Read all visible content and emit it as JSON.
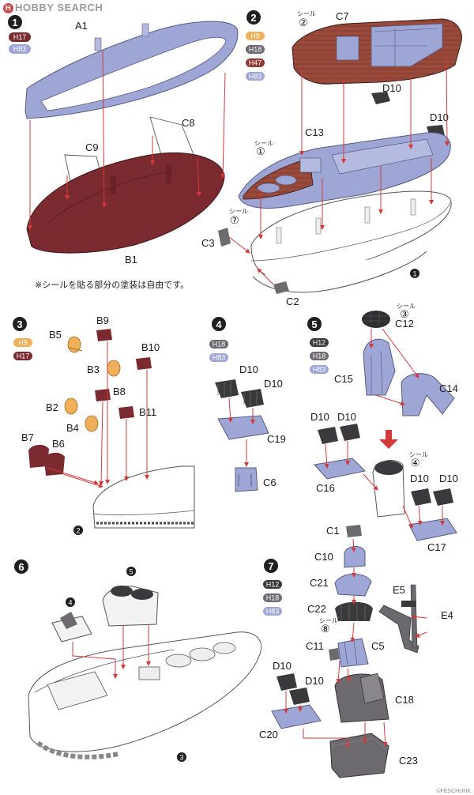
{
  "watermark": {
    "text": "HOBBY SEARCH",
    "badge": "H"
  },
  "note": "※シールを貼る部分の塗装は自由です。",
  "credit": "©FESCHUNK",
  "colors": {
    "h17": "#7b2a30",
    "h83": "#9ea6d6",
    "h9": "#f0b05a",
    "h18": "#6d6a6f",
    "h47": "#8f3a33",
    "h12": "#3a3a3c",
    "arrow": "#d23a3a",
    "step": "#1f1f1f"
  },
  "steps": [
    {
      "num": "1",
      "swatches": [
        "H17",
        "H83"
      ]
    },
    {
      "num": "2",
      "swatches": [
        "H9",
        "H18",
        "H47",
        "H83"
      ]
    },
    {
      "num": "3",
      "swatches": [
        "H9",
        "H17"
      ]
    },
    {
      "num": "4",
      "swatches": [
        "H18",
        "H83"
      ]
    },
    {
      "num": "5",
      "swatches": [
        "H12",
        "H18",
        "H83"
      ]
    },
    {
      "num": "6",
      "swatches": []
    },
    {
      "num": "7",
      "swatches": [
        "H12",
        "H18",
        "H83"
      ]
    }
  ],
  "seal_word": "シール",
  "seals": {
    "s2": "②",
    "s1": "①",
    "s7": "⑦",
    "s3": "③",
    "s4": "④",
    "s8": "⑧"
  },
  "refs": {
    "r1": "1",
    "r2": "2",
    "r3": "3",
    "r4": "4",
    "r5": "5"
  },
  "parts": {
    "A1": "A1",
    "B1": "B1",
    "C8": "C8",
    "C9": "C9",
    "C7": "C7",
    "D10": "D10",
    "C13": "C13",
    "C3": "C3",
    "C2": "C2",
    "B9": "B9",
    "B5": "B5",
    "B10": "B10",
    "B3": "B3",
    "B8": "B8",
    "B2": "B2",
    "B11": "B11",
    "B4": "B4",
    "B7": "B7",
    "B6": "B6",
    "C19": "C19",
    "C6": "C6",
    "C12": "C12",
    "C15": "C15",
    "C14": "C14",
    "C16": "C16",
    "C17": "C17",
    "C1": "C1",
    "C10": "C10",
    "C21": "C21",
    "E5": "E5",
    "E4": "E4",
    "C22": "C22",
    "C11": "C11",
    "C5": "C5",
    "C18": "C18",
    "C20": "C20",
    "C23": "C23"
  }
}
